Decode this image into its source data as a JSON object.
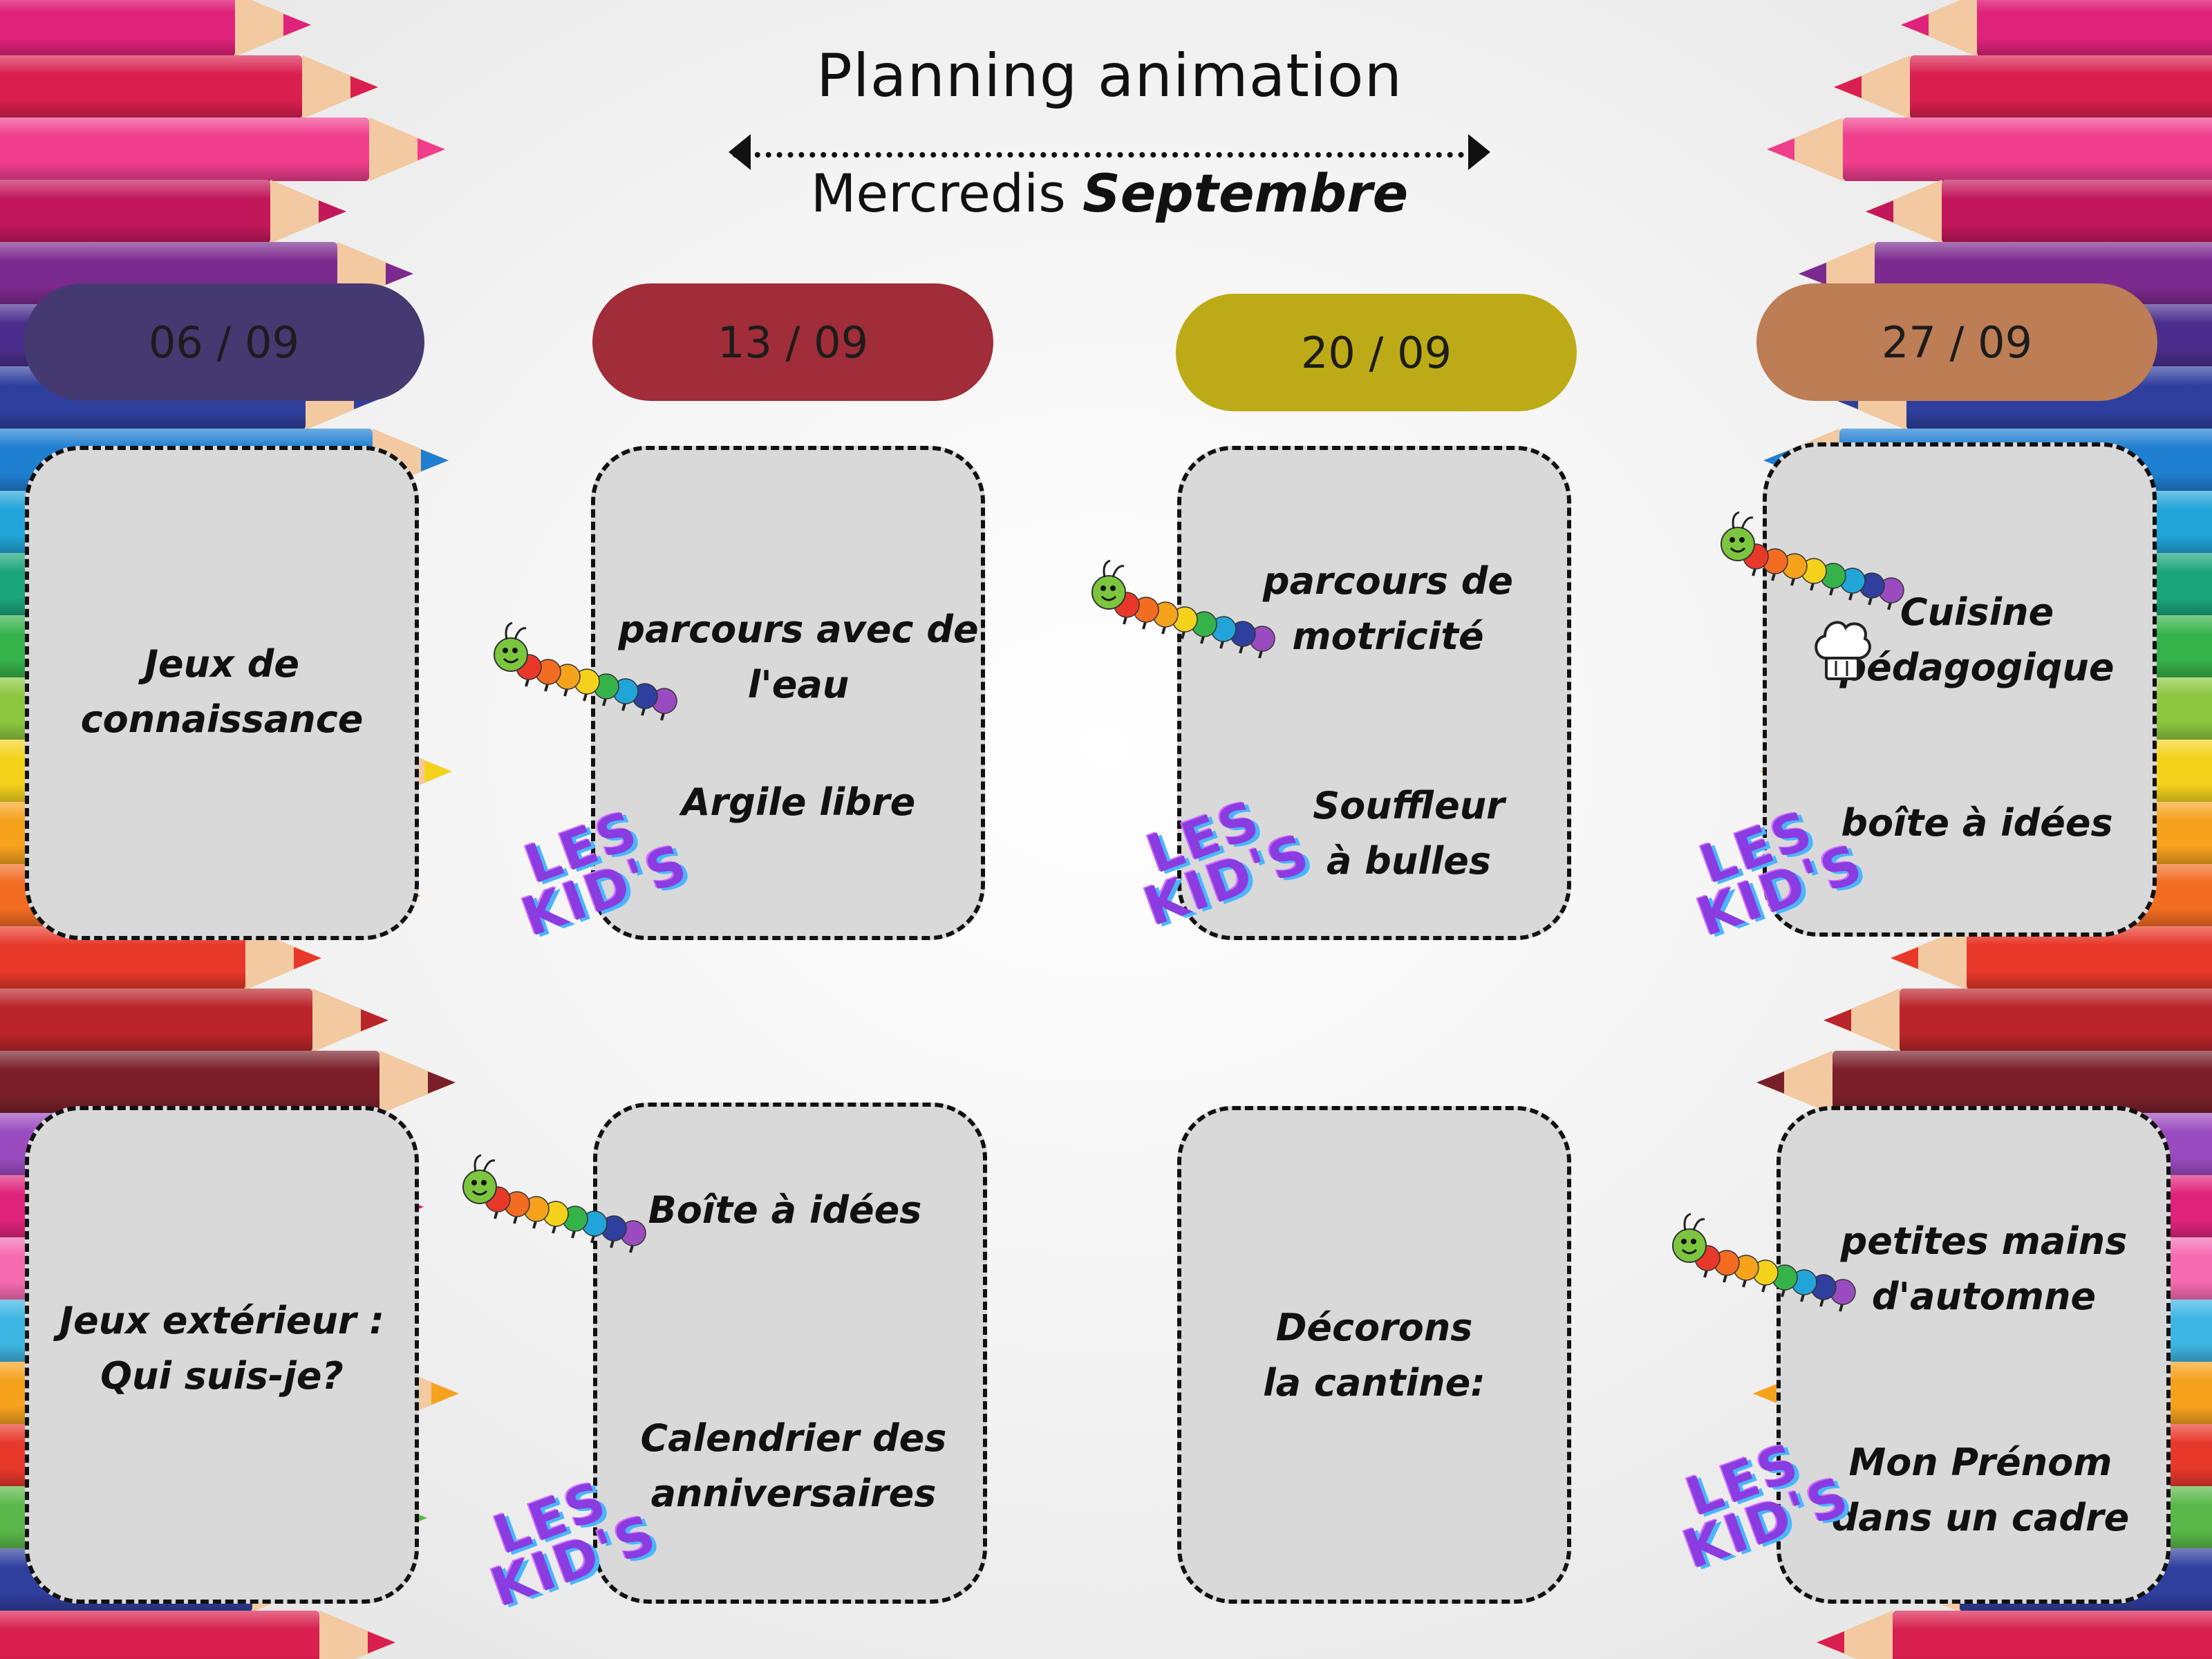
{
  "header": {
    "title": "Planning animation",
    "subtitle_prefix": "Mercredis",
    "subtitle_month": "Septembre"
  },
  "dates": [
    {
      "label": "06 / 09",
      "color": "#453971"
    },
    {
      "label": "13 / 09",
      "color": "#a02d38"
    },
    {
      "label": "20 / 09",
      "color": "#bcab16"
    },
    {
      "label": "27 / 09",
      "color": "#bd7d55"
    }
  ],
  "activities": {
    "w1_top": "Jeux de\nconnaissance",
    "w1_bottom": "Jeux extérieur :\nQui suis-je?",
    "w2_top_a": "parcours avec de\nl'eau",
    "w2_top_b": "Argile libre",
    "w2_bottom_a": "Boîte à idées",
    "w2_bottom_b": "Calendrier des\nanniversaires",
    "w3_top_a": "parcours de\nmotricité",
    "w3_top_b": "Souffleur\nà bulles",
    "w3_bottom": "Décorons\nla cantine:",
    "w4_top_a": "Cuisine\npédagogique",
    "w4_top_b": "boîte à idées",
    "w4_bottom_a": "petites mains\nd'automne",
    "w4_bottom_b": "Mon Prénom\ndans un cadre"
  },
  "badges": {
    "kids_line1": "LES",
    "kids_line2": "KID'S"
  },
  "icons": [
    "caterpillar-icon",
    "chef-hat-icon",
    "pencil-icon"
  ]
}
